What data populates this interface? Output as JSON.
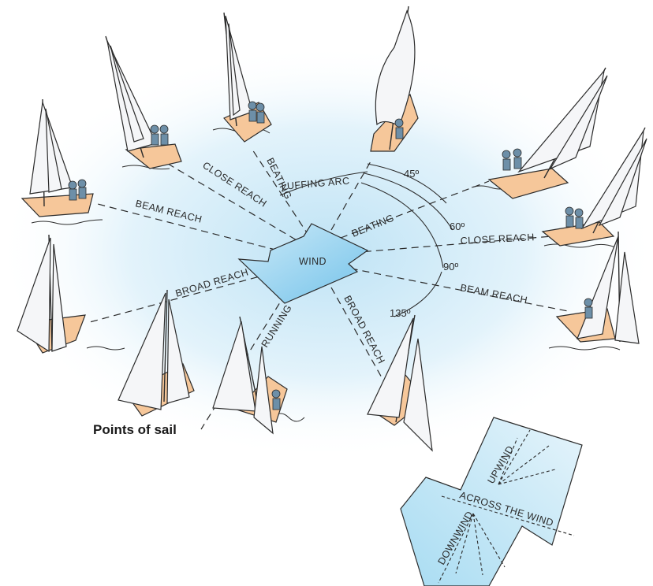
{
  "caption": "Points of sail",
  "center_label": "WIND",
  "left_labels": {
    "beating": "BEATING",
    "close_reach": "CLOSE REACH",
    "beam_reach": "BEAM REACH",
    "broad_reach": "BROAD REACH",
    "running": "RUNNING",
    "broad_reach_lower": "BROAD REACH"
  },
  "right_labels": {
    "luffing_arc": "LUFFING ARC",
    "beating": "BEATING",
    "close_reach": "CLOSE REACH",
    "beam_reach": "BEAM REACH"
  },
  "angles": [
    "45º",
    "60º",
    "90º",
    "135º"
  ],
  "inset_labels": {
    "upwind": "UPWIND",
    "across": "ACROSS THE WIND",
    "downwind": "DOWNWIND"
  },
  "colors": {
    "sky_center": "#bfe3f5",
    "wind_arrow": "#8fd0ee",
    "hull": "#f6c79a",
    "sail": "#f5f6f8"
  }
}
